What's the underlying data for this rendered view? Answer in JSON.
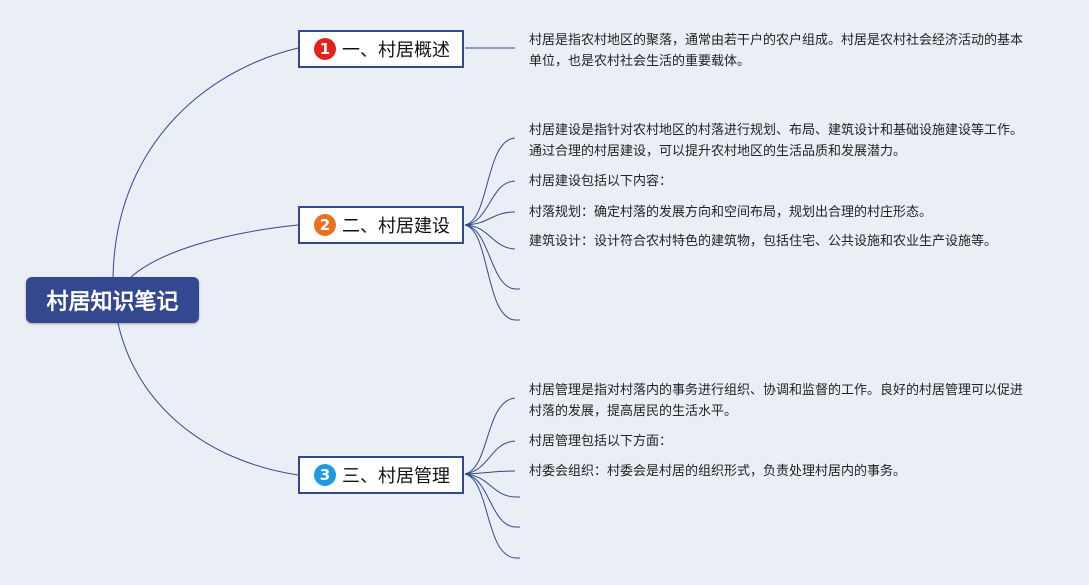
{
  "root": {
    "label": "村居知识笔记"
  },
  "colors": {
    "root": "#33488e",
    "line": "#33488e",
    "badge1": "#e2231a",
    "badge2": "#e8701e",
    "badge3": "#1e9be0"
  },
  "topics": [
    {
      "number": "1",
      "label": "一、村居概述",
      "notes": [
        "村居是指农村地区的聚落，通常由若干户的农户组成。村居是农村社会经济活动的基本单位，也是农村社会生活的重要载体。"
      ]
    },
    {
      "number": "2",
      "label": "二、村居建设",
      "notes": [
        "村居建设是指针对农村地区的村落进行规划、布局、建筑设计和基础设施建设等工作。通过合理的村居建设，可以提升农村地区的生活品质和发展潜力。",
        "村居建设包括以下内容：",
        "村落规划：确定村落的发展方向和空间布局，规划出合理的村庄形态。",
        "建筑设计：设计符合农村特色的建筑物，包括住宅、公共设施和农业生产设施等。"
      ]
    },
    {
      "number": "3",
      "label": "三、村居管理",
      "notes": [
        "村居管理是指对村落内的事务进行组织、协调和监督的工作。良好的村居管理可以促进村落的发展，提高居民的生活水平。",
        "村居管理包括以下方面：",
        "村委会组织：村委会是村居的组织形式，负责处理村居内的事务。"
      ]
    }
  ]
}
